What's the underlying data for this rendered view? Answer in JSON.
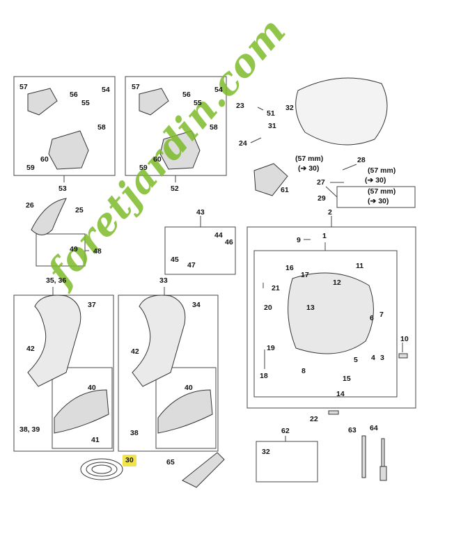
{
  "labels": {
    "n1": "1",
    "n2": "2",
    "n4": "4",
    "n5": "5",
    "n6": "6",
    "n7": "7",
    "n8": "8",
    "n9": "9",
    "n10": "10",
    "n11": "11",
    "n12": "12",
    "n13": "13",
    "n14": "14",
    "n15": "15",
    "n16": "16",
    "n17": "17",
    "n18": "18",
    "n19": "19",
    "n20": "20",
    "n21": "21",
    "n22": "22",
    "n23": "23",
    "n24": "24",
    "n25": "25",
    "n26": "26",
    "n27": "27",
    "n28": "28",
    "n29": "29",
    "n30": "30",
    "n31": "31",
    "n32a": "32",
    "n32b": "32",
    "n33": "33",
    "n34": "34",
    "n3536": "35, 36",
    "n37": "37",
    "n3839": "38, 39",
    "n38": "38",
    "n40a": "40",
    "n40b": "40",
    "n41": "41",
    "n42a": "42",
    "n42b": "42",
    "n43": "43",
    "n44": "44",
    "n45": "45",
    "n46": "46",
    "n47": "47",
    "n48": "48",
    "n49": "49",
    "n51": "51",
    "n52": "52",
    "n53": "53",
    "n54a": "54",
    "n54b": "54",
    "n55a": "55",
    "n55b": "55",
    "n56a": "56",
    "n56b": "56",
    "n57a": "57",
    "n57b": "57",
    "n58a": "58",
    "n58b": "58",
    "n59a": "59",
    "n59b": "59",
    "n60a": "60",
    "n60b": "60",
    "n61": "61",
    "n62": "62",
    "n63": "63",
    "n64": "64",
    "n65": "65",
    "n30hl": "30",
    "ref28a": "(57 mm)",
    "ref28b": "(➔ 30)",
    "ref27a": "(57 mm)",
    "ref27b": "(➔ 30)",
    "ref29a": "(57 mm)",
    "ref29b": "(➔ 30)"
  },
  "watermark": {
    "text": "foretjardin.com",
    "color": "#7dbb2a"
  },
  "colors": {
    "highlight": "#f1e34a",
    "line": "#444444",
    "part_fill": "#dcdcdc"
  }
}
